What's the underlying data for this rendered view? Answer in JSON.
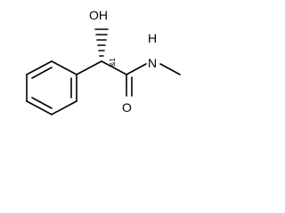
{
  "molecule": {
    "atom_labels": {
      "hydroxyl": "OH",
      "amide_nitrogen": "H\nN",
      "amide_n": "N",
      "amide_h": "H",
      "carbonyl_oxygen": "O"
    },
    "stereo_annotation": "&1"
  }
}
